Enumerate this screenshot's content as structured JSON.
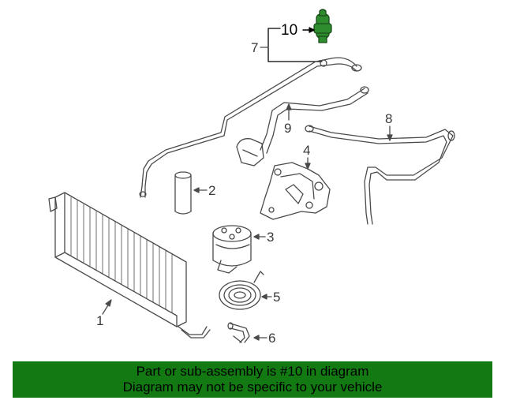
{
  "callouts": {
    "c1": "1",
    "c2": "2",
    "c3": "3",
    "c4": "4",
    "c5": "5",
    "c6": "6",
    "c7": "7",
    "c8": "8",
    "c9": "9",
    "c10": "10"
  },
  "banner": {
    "line1": "Part or sub-assembly is #10 in diagram",
    "line2": "Diagram may not be specific to your vehicle"
  },
  "colors": {
    "banner_bg": "#137a13",
    "highlight_part": "#2e8b2e",
    "line_art": "#4a4a4a"
  }
}
